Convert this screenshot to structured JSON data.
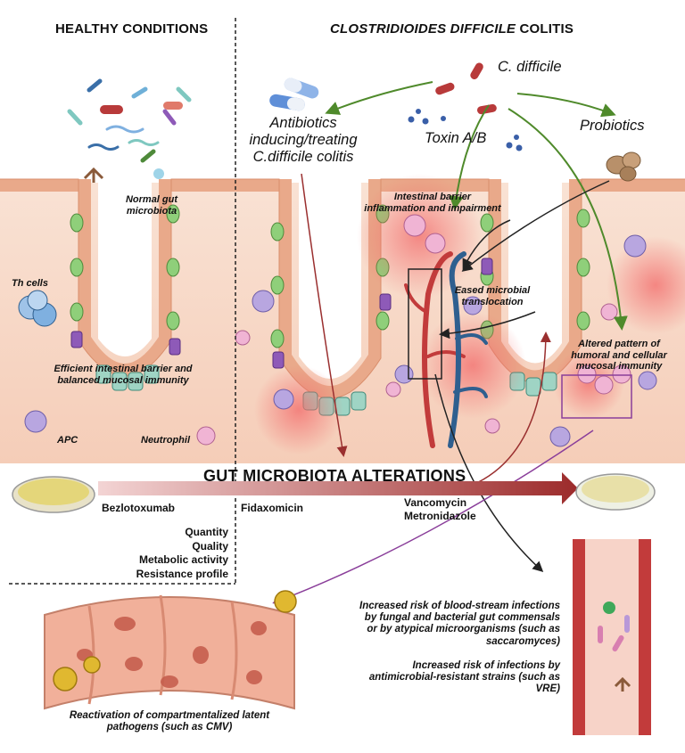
{
  "panels": {
    "healthy_title": "HEALTHY CONDITIONS",
    "colitis_title_italic": "CLOSTRIDIOIDES DIFFICILE",
    "colitis_title_plain": " COLITIS"
  },
  "labels": {
    "c_difficile": "C. difficile",
    "antibiotics": [
      "Antibiotics",
      "inducing/treating",
      "C.difficile colitis"
    ],
    "toxin": "Toxin A/B",
    "probiotics": "Probiotics",
    "normal_microbiota": [
      "Normal gut",
      "microbiota"
    ],
    "th_cells": "Th cells",
    "barrier_inflammation": [
      "Intestinal barrier",
      "inflammation and impairment"
    ],
    "eased_translocation": [
      "Eased microbial",
      "translocation"
    ],
    "altered_immunity": [
      "Altered pattern of",
      "humoral and cellular",
      "mucosal immunity"
    ],
    "efficient_barrier": [
      "Efficient intestinal barrier and",
      "balanced mucosal immunity"
    ],
    "apc": "APC",
    "neutrophil": "Neutrophil",
    "banner": "GUT MICROBIOTA ALTERATIONS",
    "bezlotoxumab": "Bezlotoxumab",
    "fidaxomicin": "Fidaxomicin",
    "vancomycin": "Vancomycin",
    "metronidazole": "Metronidazole",
    "alterations": [
      "Quantity",
      "Quality",
      "Metabolic activity",
      "Resistance profile"
    ],
    "bloodstream_risk": [
      "Increased risk of blood-stream infections",
      "by fungal and bacterial gut commensals",
      "or by atypical microorganisms (such as",
      "saccaromyces)"
    ],
    "resistant_risk": [
      "Increased risk of infections by",
      "antimicrobial-resistant strains (such as",
      "VRE)"
    ],
    "reactivation": [
      "Reactivation of compartmentalized latent",
      "pathogens (such as CMV)"
    ]
  },
  "colors": {
    "tissue": "#f7d6c4",
    "villus_border": "#e9a98a",
    "arrow_green": "#4f8a2b",
    "arrow_red": "#9a2f2f",
    "arrow_purple": "#8a3e9a",
    "arrow_black": "#222222",
    "inflammation": "#f26a6a",
    "vessel_red": "#c23b3b",
    "vessel_blue": "#2f5f8f",
    "banner_arrow": "#9c2b2b"
  }
}
